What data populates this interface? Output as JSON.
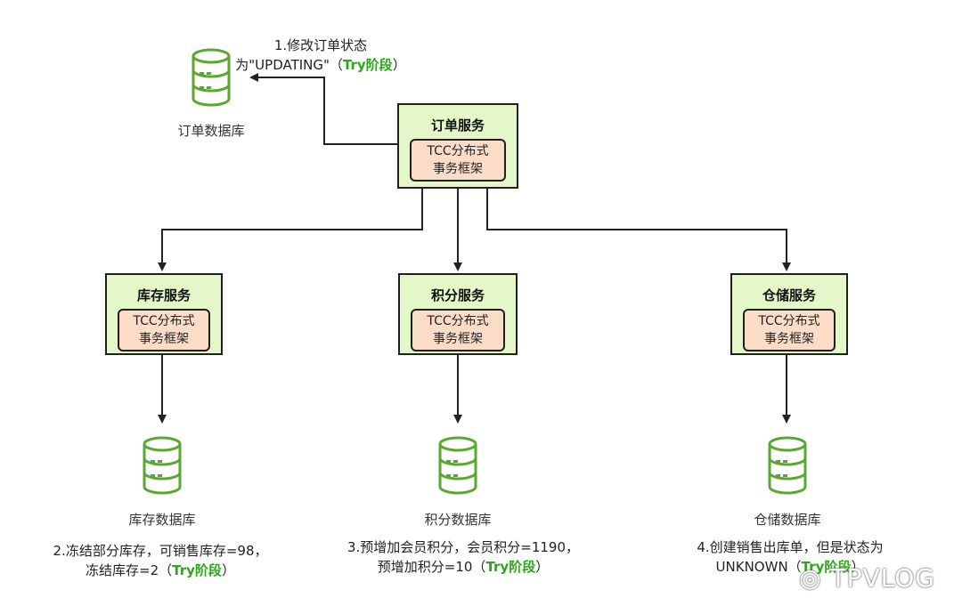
{
  "services": {
    "order": {
      "title": "订单服务",
      "framework_line1": "TCC分布式",
      "framework_line2": "事务框架"
    },
    "inventory": {
      "title": "库存服务",
      "framework_line1": "TCC分布式",
      "framework_line2": "事务框架"
    },
    "points": {
      "title": "积分服务",
      "framework_line1": "TCC分布式",
      "framework_line2": "事务框架"
    },
    "warehouse": {
      "title": "仓储服务",
      "framework_line1": "TCC分布式",
      "framework_line2": "事务框架"
    }
  },
  "databases": {
    "order": "订单数据库",
    "inventory": "库存数据库",
    "points": "积分数据库",
    "warehouse": "仓储数据库"
  },
  "notes": {
    "order": {
      "line1": "1.修改订单状态",
      "line2": "为\"UPDATING\"（",
      "try": "Try阶段",
      "close": "）"
    },
    "inventory": {
      "line1": "2.冻结部分库存，可销售库存=98，",
      "line2": "冻结库存=2（",
      "try": "Try阶段",
      "close": "）"
    },
    "points": {
      "line1": "3.预增加会员积分，会员积分=1190，",
      "line2": "预增加积分=10（",
      "try": "Try阶段",
      "close": "）"
    },
    "warehouse": {
      "line1": "4.创建销售出库单，但是状态为",
      "line2": "UNKNOWN（",
      "try": "Try阶段",
      "close": "）"
    }
  },
  "watermark": "TPVLOG",
  "colors": {
    "service_fill": "#e3f7c8",
    "framework_fill": "#fbdcc7",
    "db_icon": "#5aa832",
    "try_text": "#2aa818"
  }
}
